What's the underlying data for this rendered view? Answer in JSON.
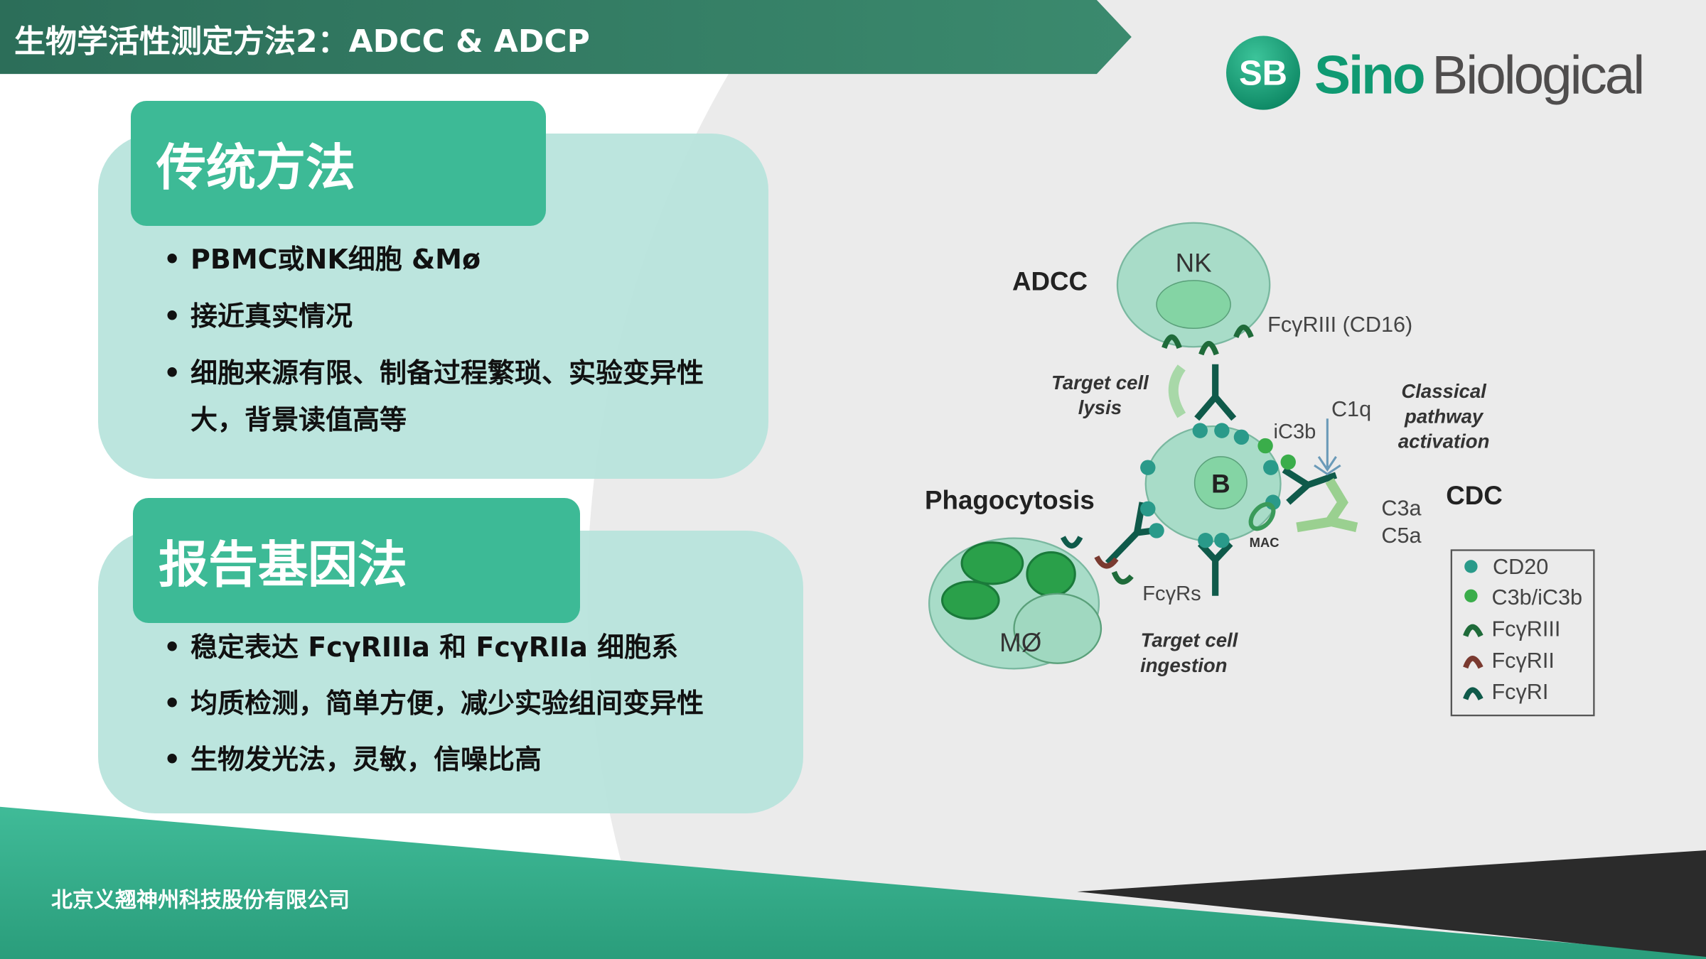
{
  "header": {
    "title": "生物学活性测定方法2：ADCC & ADCP"
  },
  "logo": {
    "mark": "SB",
    "brand_part1": "Sino",
    "brand_part2": "Biological"
  },
  "cards": [
    {
      "title": "传统方法",
      "bullets": [
        "PBMC或NK细胞 &Mø",
        "接近真实情况",
        "细胞来源有限、制备过程繁琐、实验变异性大，背景读值高等"
      ]
    },
    {
      "title": "报告基因法",
      "bullets": [
        "稳定表达 FcγRIIIa 和 FcγRIIa 细胞系",
        "均质检测，简单方便，减少实验组间变异性",
        "生物发光法，灵敏，信噪比高"
      ]
    }
  ],
  "diagram": {
    "adcc": "ADCC",
    "nk": "NK",
    "fcgriii_cd16": "FcγRIII (CD16)",
    "lysis1": "Target cell",
    "lysis2": "lysis",
    "b": "B",
    "ic3b": "iC3b",
    "c1q": "C1q",
    "classical1": "Classical",
    "classical2": "pathway",
    "classical3": "activation",
    "cdc": "CDC",
    "c3a": "C3a",
    "c5a": "C5a",
    "mac": "MAC",
    "phagocytosis": "Phagocytosis",
    "mo": "MØ",
    "fcgrs": "FcγRs",
    "ingest1": "Target cell",
    "ingest2": "ingestion",
    "legend": [
      "CD20",
      "C3b/iC3b",
      "FcγRIII",
      "FcγRII",
      "FcγRI"
    ]
  },
  "footer": {
    "company": "北京义翘神州科技股份有限公司"
  },
  "colors": {
    "accent": "#3dba96",
    "header": "#2f7a62",
    "panel": "#b8e4dc",
    "cd20": "#2a9a8a",
    "c3b": "#3aad4a",
    "fcgriii": "#1f6b3a",
    "fcgrii": "#7a3a30",
    "fcgri": "#0f5a4a"
  }
}
